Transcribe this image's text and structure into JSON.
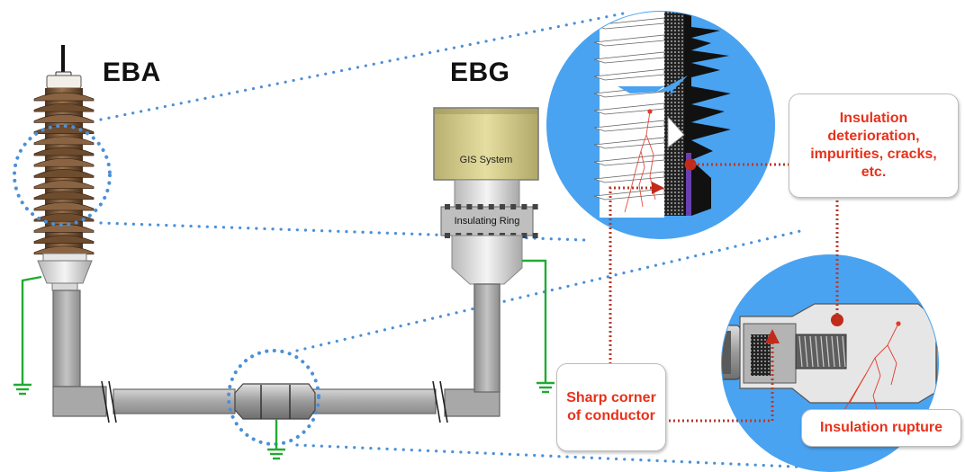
{
  "labels": {
    "eba": "EBA",
    "ebg": "EBG",
    "gis_system": "GIS System",
    "insulating_ring": "Insulating Ring"
  },
  "callouts": {
    "insulation_deterioration": "Insulation deterioration, impurities, cracks, etc.",
    "sharp_corner": "Sharp corner of conductor",
    "insulation_rupture": "Insulation rupture"
  },
  "colors": {
    "porcelain_brown": "#7a5535",
    "cable_gray": "#b3b3b3",
    "ground_green": "#22aa33",
    "zoom_blue": "#4aa3f0",
    "dotted_blue": "#4a90d9",
    "callout_red": "#e8311a",
    "leader_red": "#b83a2a",
    "gis_yellow": "#d8d08a"
  },
  "icons": [
    "ground-symbol-icon",
    "cable-break-icon",
    "defect-dot-icon",
    "defect-arrow-icon"
  ]
}
